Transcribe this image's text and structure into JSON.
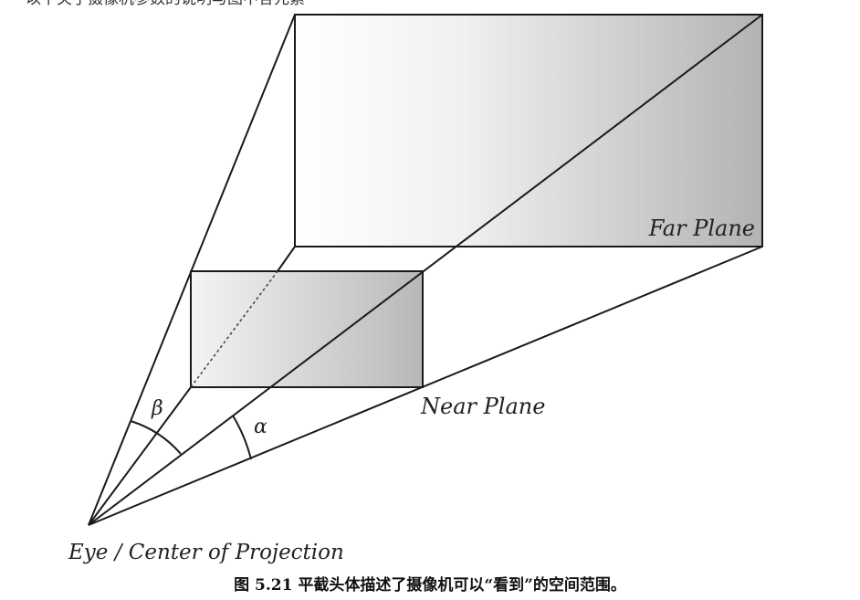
{
  "diagram": {
    "top_text_fragment": "以下关于摄像机参数的说明与图中各元素",
    "labels": {
      "far_plane": "Far Plane",
      "near_plane": "Near Plane",
      "eye": "Eye / Center of Projection",
      "alpha": "α",
      "beta": "β"
    },
    "caption": "图 5.21  平截头体描述了摄像机可以“看到”的空间范围。",
    "colors": {
      "line": "#1a1a1a",
      "plane_light": "#ffffff",
      "plane_dark": "#b5b5b5"
    }
  }
}
